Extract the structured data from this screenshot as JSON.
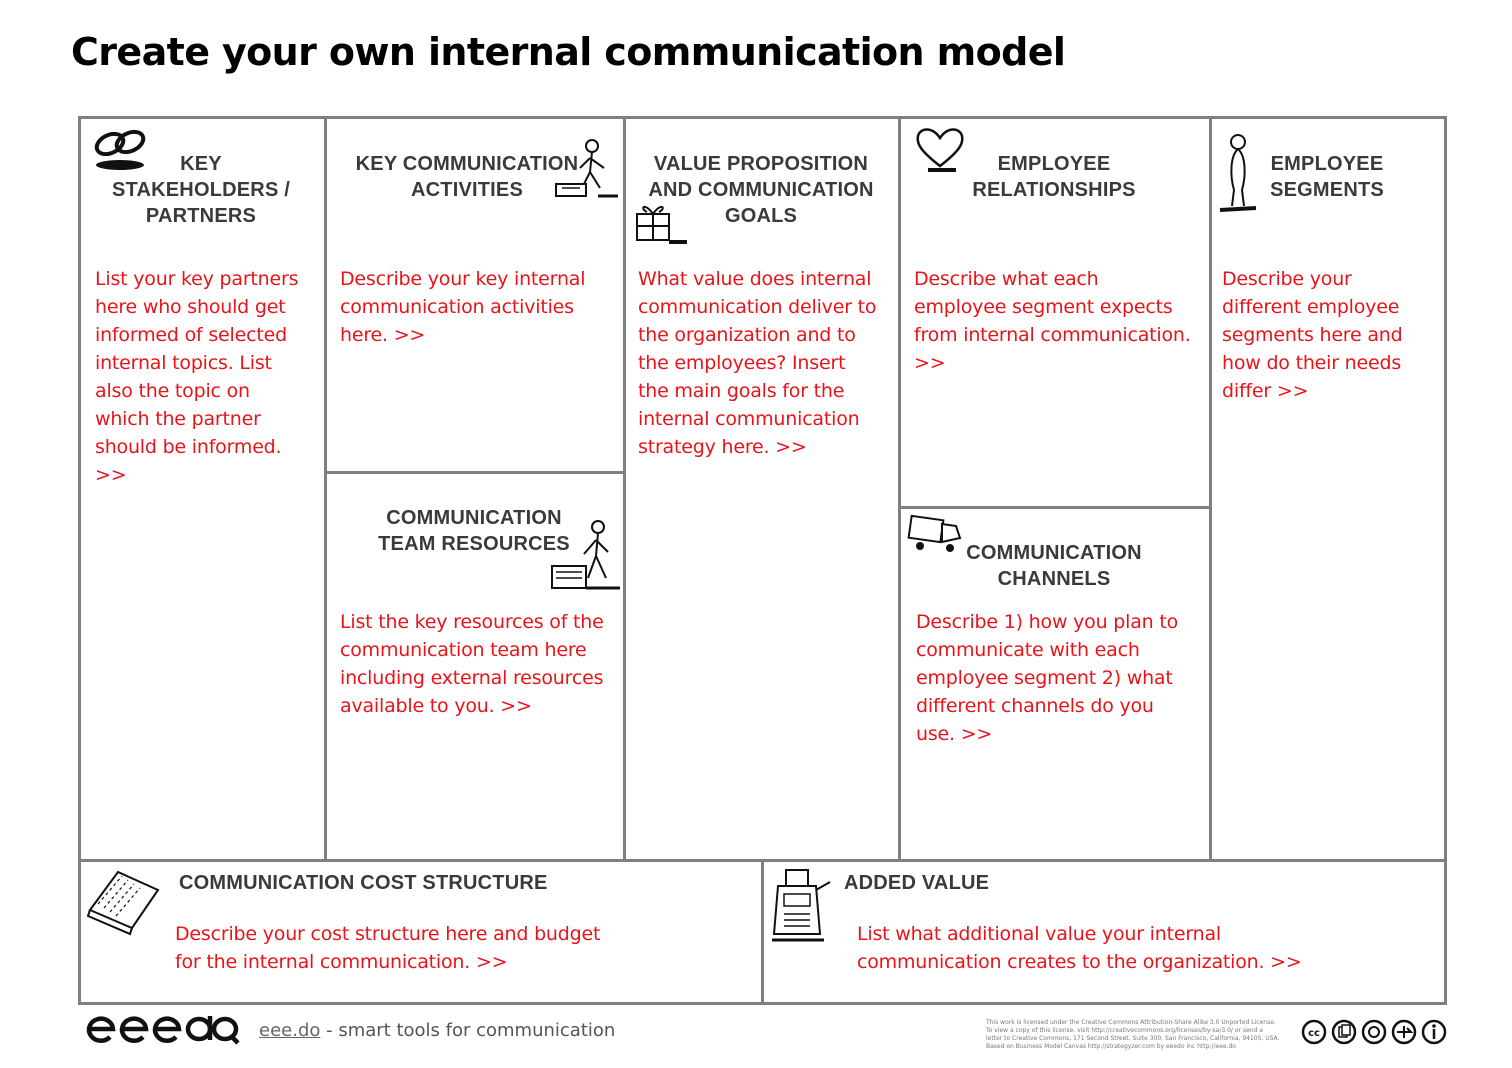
{
  "title": "Create your own internal communication model",
  "sections": {
    "partners": {
      "heading": "KEY STAKEHOLDERS / PARTNERS",
      "heading_lines": [
        "KEY",
        "STAKEHOLDERS /",
        "PARTNERS"
      ],
      "desc_lines": [
        "List your key partners",
        "here who should get",
        "informed of selected",
        "internal topics. List",
        "also the topic on",
        "which the partner",
        "should be informed.",
        ">>"
      ]
    },
    "activities": {
      "heading_lines": [
        "KEY COMMUNICATION",
        "ACTIVITIES"
      ],
      "desc_lines": [
        "Describe your key internal",
        "communication activities",
        "here. >>"
      ]
    },
    "resources": {
      "heading_lines": [
        "COMMUNICATION",
        "TEAM RESOURCES"
      ],
      "desc_lines": [
        "List the key resources of the",
        "communication team here",
        "including external resources",
        "available to you. >>"
      ]
    },
    "value": {
      "heading_lines": [
        "VALUE PROPOSITION",
        "AND COMMUNICATION",
        "GOALS"
      ],
      "desc_lines": [
        "What value does internal",
        "communication deliver to",
        "the organization and to",
        "the employees? Insert",
        "the main goals for the",
        "internal communication",
        "strategy here. >>"
      ]
    },
    "relationships": {
      "heading_lines": [
        "EMPLOYEE",
        "RELATIONSHIPS"
      ],
      "desc_lines": [
        "Describe what each",
        "employee segment expects",
        "from internal communication.",
        ">>"
      ]
    },
    "channels": {
      "heading_lines": [
        "COMMUNICATION",
        "CHANNELS"
      ],
      "desc_lines": [
        "Describe 1) how you plan to",
        "communicate with each",
        "employee segment 2) what",
        "different channels do you",
        "use. >>"
      ]
    },
    "segments": {
      "heading_lines": [
        "EMPLOYEE",
        "SEGMENTS"
      ],
      "desc_lines": [
        "Describe your",
        "different employee",
        "segments here and",
        "how do their needs",
        "differ >>"
      ]
    },
    "cost": {
      "heading": "COMMUNICATION COST STRUCTURE",
      "desc_lines": [
        "Describe your cost structure here and budget",
        "for the internal communication. >>"
      ]
    },
    "added": {
      "heading": "ADDED VALUE",
      "desc_lines": [
        "List what additional value your internal",
        "communication creates to the organization. >>"
      ]
    }
  },
  "footer": {
    "brand": "eeedo",
    "link": "eee.do",
    "tagline": " - smart tools for communication",
    "license_lines": [
      "This work is licensed under the Creative Commons Attribution-Share Alike 3.0 Unported License.",
      "To view a copy of this license, visit http://creativecommons.org/licenses/by-sa/3.0/ or send a",
      "letter to Creative Commons, 171 Second Street, Suite 300, San Francisco, California, 94105, USA.",
      "Based on Business Model Canvas http://strategyzer.com by eeedo inc http://eee.do"
    ],
    "cc_icons": [
      "cc-icon",
      "by-icon",
      "sa-icon",
      "nc-icon",
      "info-icon"
    ]
  },
  "colors": {
    "border": "#7f7f7f",
    "heading": "#3a3a3a",
    "description": "#e8141a"
  }
}
